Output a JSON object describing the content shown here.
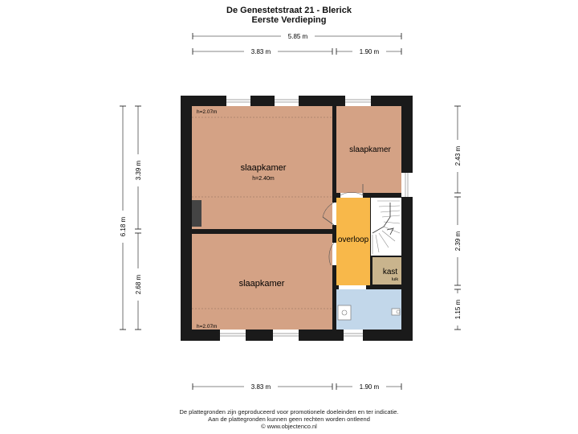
{
  "header": {
    "title": "De Genestetstraat 21 - Blerick",
    "subtitle": "Eerste Verdieping"
  },
  "dimensions": {
    "top_total": "5.85 m",
    "top_left": "3.83 m",
    "top_right": "1.90 m",
    "bottom_left": "3.83 m",
    "bottom_right": "1.90 m",
    "left_total": "6.18 m",
    "left_upper": "3.39 m",
    "left_lower": "2.68 m",
    "right_upper": "2.43 m",
    "right_middle": "2.39 m",
    "right_lower": "1.15 m"
  },
  "rooms": {
    "bedroom_main": {
      "label": "slaapkamer",
      "height": "h=2.40m",
      "slope_height": "h=2.07m"
    },
    "bedroom_small": {
      "label": "slaapkamer"
    },
    "bedroom_bottom": {
      "label": "slaapkamer",
      "slope_height": "h=2.07m"
    },
    "landing": {
      "label": "overloop"
    },
    "closet": {
      "label": "kast",
      "sub": "luik"
    }
  },
  "colors": {
    "bedroom": "#d4a285",
    "landing": "#f8b84a",
    "bathroom": "#c2d7ea",
    "closet": "#c9b48d",
    "wall": "#1a1a1a"
  },
  "footer": {
    "line1": "De plattegronden zijn geproduceerd voor promotionele doeleinden en ter indicatie.",
    "line2": "Aan de plattegronden kunnen geen rechten worden ontleend",
    "line3": "© www.objectenco.nl"
  }
}
